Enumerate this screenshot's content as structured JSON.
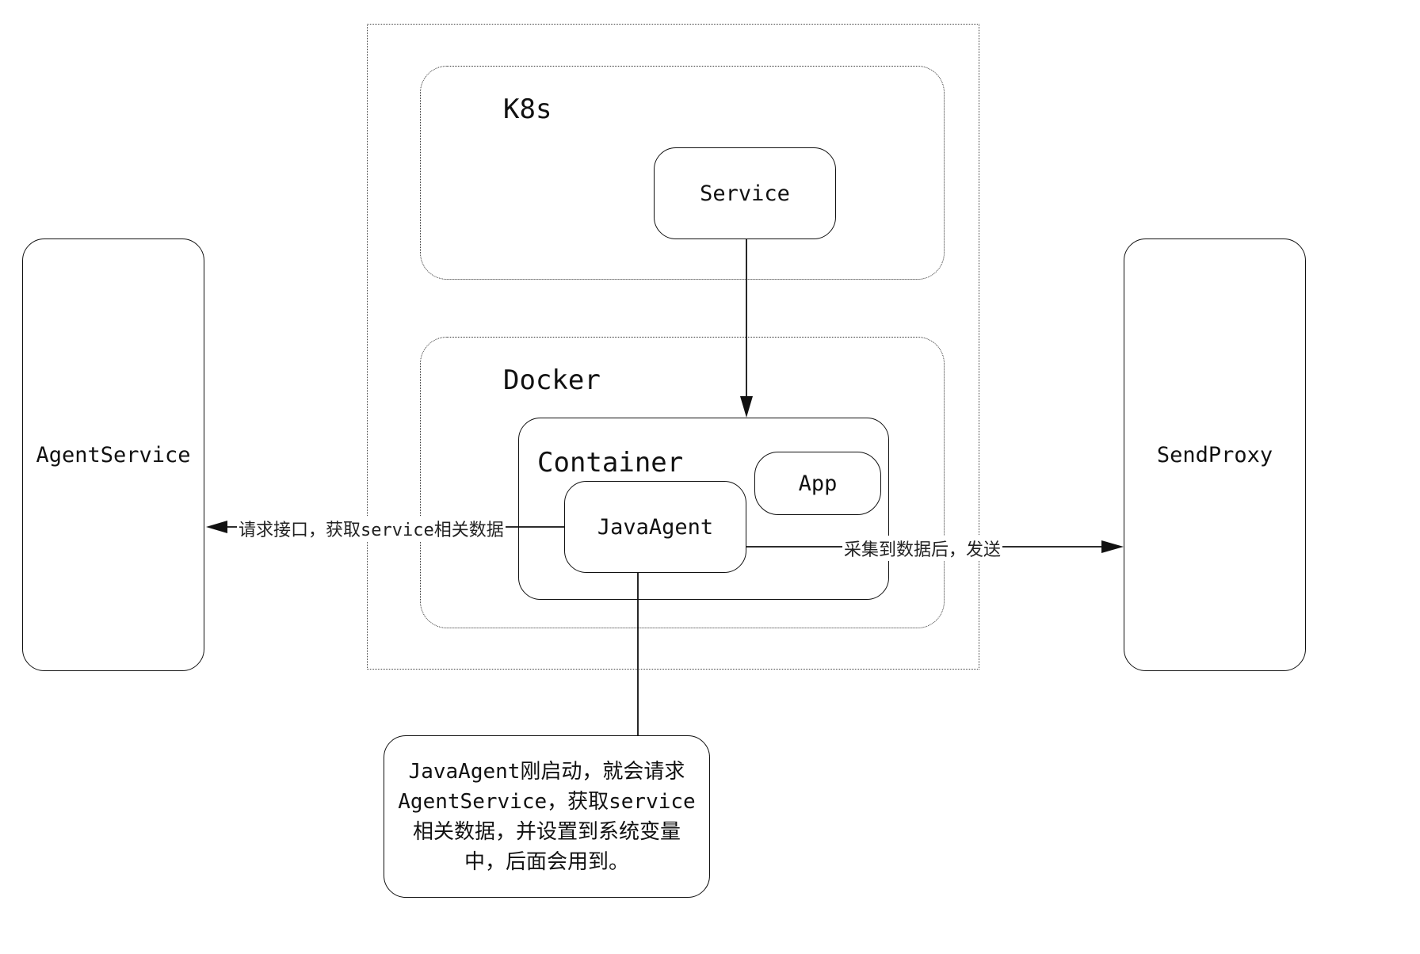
{
  "nodes": {
    "k8s_label": "K8s",
    "service": "Service",
    "docker_label": "Docker",
    "container_label": "Container",
    "app": "App",
    "java_agent": "JavaAgent",
    "agent_service": "AgentService",
    "send_proxy": "SendProxy"
  },
  "edges": {
    "request_label": "请求接口，获取service相关数据",
    "send_label": "采集到数据后，发送"
  },
  "note": {
    "text": "JavaAgent刚启动，就会请求AgentService，获取service相关数据，并设置到系统变量中，后面会用到。"
  }
}
